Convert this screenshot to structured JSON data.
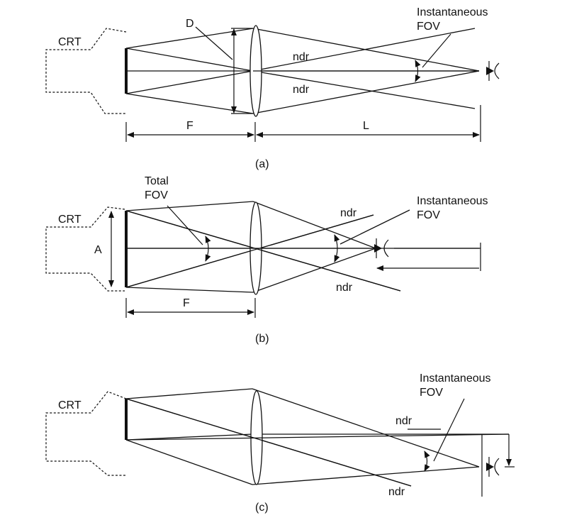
{
  "panels": [
    {
      "caption": "(a)",
      "crt_label": "CRT",
      "aperture_label": "D",
      "focal_label": "F",
      "distance_label": "L",
      "ray_label_upper": "ndr",
      "ray_label_lower": "ndr",
      "inst_fov_line1": "Instantaneous",
      "inst_fov_line2": "FOV"
    },
    {
      "caption": "(b)",
      "crt_label": "CRT",
      "screen_label": "A",
      "focal_label": "F",
      "total_fov_line1": "Total",
      "total_fov_line2": "FOV",
      "ray_label_upper": "ndr",
      "ray_label_lower": "ndr",
      "inst_fov_line1": "Instantaneous",
      "inst_fov_line2": "FOV"
    },
    {
      "caption": "(c)",
      "crt_label": "CRT",
      "ray_label_upper": "ndr",
      "ray_label_lower": "ndr",
      "inst_fov_line1": "Instantaneous",
      "inst_fov_line2": "FOV"
    }
  ]
}
